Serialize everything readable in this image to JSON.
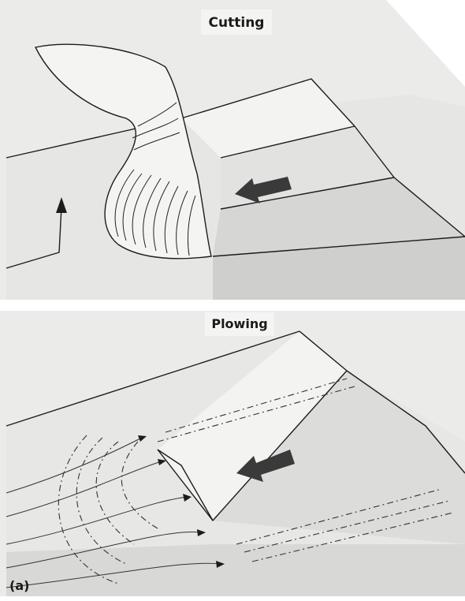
{
  "panels": {
    "top": {
      "title": "Cutting"
    },
    "bottom": {
      "title": "Plowing",
      "panel_label": "(a)"
    }
  },
  "icons": {
    "motion_arrow": "left-arrow-icon",
    "deformation_arrow": "bent-arrow-icon"
  },
  "colors": {
    "background": "#ececea",
    "face_light": "#f1f1ef",
    "face_mid": "#dcdcda",
    "face_dark": "#c4c4c2",
    "ink": "#1c1c1c",
    "arrow_fill": "#3a3a3a"
  }
}
